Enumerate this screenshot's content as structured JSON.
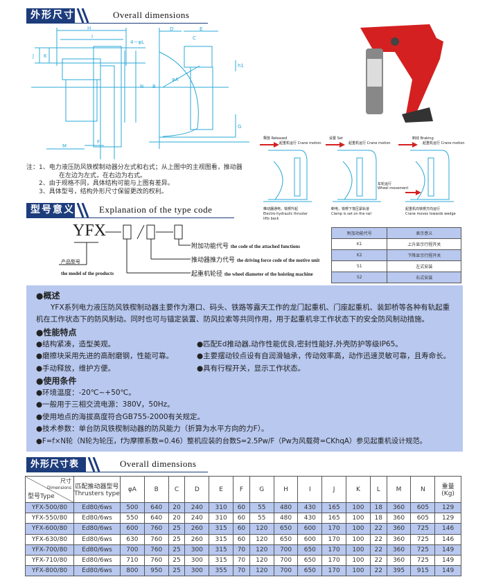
{
  "sections": {
    "dimensions": {
      "cn": "外形尺寸",
      "en": "Overall dimensions"
    },
    "type_code": {
      "cn": "型号意义",
      "en": "Explanation of the type code"
    },
    "dim_table": {
      "cn": "外形尺寸表",
      "en": "Overall dimensions"
    }
  },
  "drawing_labels": [
    "H",
    "I",
    "4－φL",
    "J",
    "K",
    "N",
    "B",
    "φA",
    "M",
    "F",
    "D",
    "E",
    "C",
    "h1",
    "G"
  ],
  "notes": [
    "注：1、电力液压防风铁楔制动器分左式和右式；从上图中的主视图看，推动器",
    "在左边为左式，在右边为右式。",
    "2、由于规格不同，具体结构可能与上图有差异。",
    "3、具体型号，结构外形尺寸保留更改的权利。"
  ],
  "motion": [
    {
      "state": "释放 Released",
      "arrow": "起重机运行 Crane motion",
      "caption": "推动器通电，铁楔升起",
      "caption_en": "Electro-hydraulic thruster lifts back"
    },
    {
      "state": "设置 Set",
      "arrow": "起重机运行 Crane motion",
      "caption": "断电，铁楔下落压紧轨道",
      "caption_en": "Clamp is set on the rail"
    },
    {
      "state": "制动 Braking",
      "arrow": "起重机运行 Crane motion",
      "wheel": "车轮运行",
      "wheel_en": "Wheel movement",
      "caption": "起重机向铁楔方向运行",
      "caption_en": "Crane moves towards wedge"
    }
  ],
  "type_code": {
    "prefix": "YFX",
    "sep1": "—",
    "slash": "/",
    "sep2": "—",
    "product": "产品型号",
    "product_en": "the model of the products",
    "items": [
      {
        "cn": "附加功能代号",
        "en": "the code of the attached functions"
      },
      {
        "cn": "推动器推力代号",
        "en": "the driving force code of the motive unit"
      },
      {
        "cn": "起重机轮径",
        "en": "the wheel diameter of the hoisting machine"
      }
    ]
  },
  "code_table": {
    "headers": [
      "附加功能代号",
      "表示意义"
    ],
    "rows": [
      [
        "K1",
        "上升显示行程开关"
      ],
      [
        "K2",
        "下降显示行程开关"
      ],
      [
        "S1",
        "左式安装"
      ],
      [
        "S2",
        "右式安装"
      ]
    ]
  },
  "info": {
    "overview_title": "●概述",
    "overview": "YFX系列电力液压防风铁楔制动器主要作为港口、码头、铁路等露天工作的龙门起重机、门座起重机、装卸桥等各种有轨起重机在工作状态下的防风制动。同时也可与锚定装置、防风拉索等共同作用，用于起重机非工作状态下的安全防风制动措施。",
    "features_title": "●性能特点",
    "features": [
      [
        "●结构紧凑，造型美观。",
        "●匹配Ed推动器,动作性能优良,密封性能好,外壳防护等级IP65。"
      ],
      [
        "●磨擦块采用先进的高耐磨钢，性能可靠。",
        "●主要摆动铰点设有自润滑轴承，传动效率高，动作迅速灵敏可靠，且寿命长。"
      ],
      [
        "●手动释放，维护方便。",
        "●具有行程开关，显示工作状态。"
      ]
    ],
    "conditions_title": "●使用条件",
    "conditions": [
      "●环境温度：-20℃~+50℃。",
      "●一般用于三相交流电源：380V，50Hz。",
      "●使用地点的海拔高度符合GB755-2000有关规定。",
      "●技术参数：单台防风铁楔制动器的防风能力（折算为水平方向的力F）。",
      "●F=f×N轮（N轮为轮压，f为摩擦系数=0.46）整机应装的台数S=2.5Pw/F（Pw为风载荷=CKhqA）参见起重机设计规范。"
    ]
  },
  "table": {
    "corner_top": "尺寸",
    "corner_top_en": "Dimensions",
    "corner_bottom": "型号Type",
    "thruster_header": "匹配推动器型号",
    "thruster_header_en": "Thrusters type",
    "cols": [
      "φA",
      "B",
      "C",
      "D",
      "E",
      "F",
      "G",
      "H",
      "I",
      "J",
      "K",
      "L",
      "M",
      "N"
    ],
    "weight": "重量",
    "weight_unit": "(Kg)",
    "rows": [
      [
        "YFX-500/80",
        "Ed80/6ws",
        "500",
        "640",
        "20",
        "240",
        "310",
        "60",
        "55",
        "480",
        "430",
        "165",
        "100",
        "18",
        "360",
        "605",
        "129"
      ],
      [
        "YFX-550/80",
        "Ed80/6ws",
        "550",
        "640",
        "20",
        "240",
        "310",
        "60",
        "55",
        "480",
        "430",
        "165",
        "100",
        "18",
        "360",
        "605",
        "129"
      ],
      [
        "YFX-600/80",
        "Ed80/6ws",
        "600",
        "760",
        "25",
        "260",
        "315",
        "60",
        "120",
        "650",
        "600",
        "170",
        "100",
        "22",
        "360",
        "725",
        "146"
      ],
      [
        "YFX-630/80",
        "Ed80/6ws",
        "630",
        "760",
        "25",
        "260",
        "315",
        "60",
        "120",
        "650",
        "600",
        "170",
        "100",
        "22",
        "360",
        "725",
        "146"
      ],
      [
        "YFX-700/80",
        "Ed80/6ws",
        "700",
        "760",
        "25",
        "300",
        "315",
        "70",
        "120",
        "700",
        "650",
        "170",
        "100",
        "22",
        "360",
        "725",
        "149"
      ],
      [
        "YFX-710/80",
        "Ed80/6ws",
        "710",
        "760",
        "25",
        "300",
        "315",
        "70",
        "120",
        "700",
        "650",
        "170",
        "100",
        "22",
        "360",
        "725",
        "149"
      ],
      [
        "YFX-800/80",
        "Ed80/6ws",
        "800",
        "950",
        "25",
        "300",
        "355",
        "70",
        "120",
        "700",
        "650",
        "170",
        "100",
        "22",
        "395",
        "915",
        "149"
      ]
    ]
  },
  "colors": {
    "navy": "#1d3c7c",
    "light_blue": "#b8c8ef",
    "line": "#2aa8d8",
    "red": "#d42020"
  }
}
